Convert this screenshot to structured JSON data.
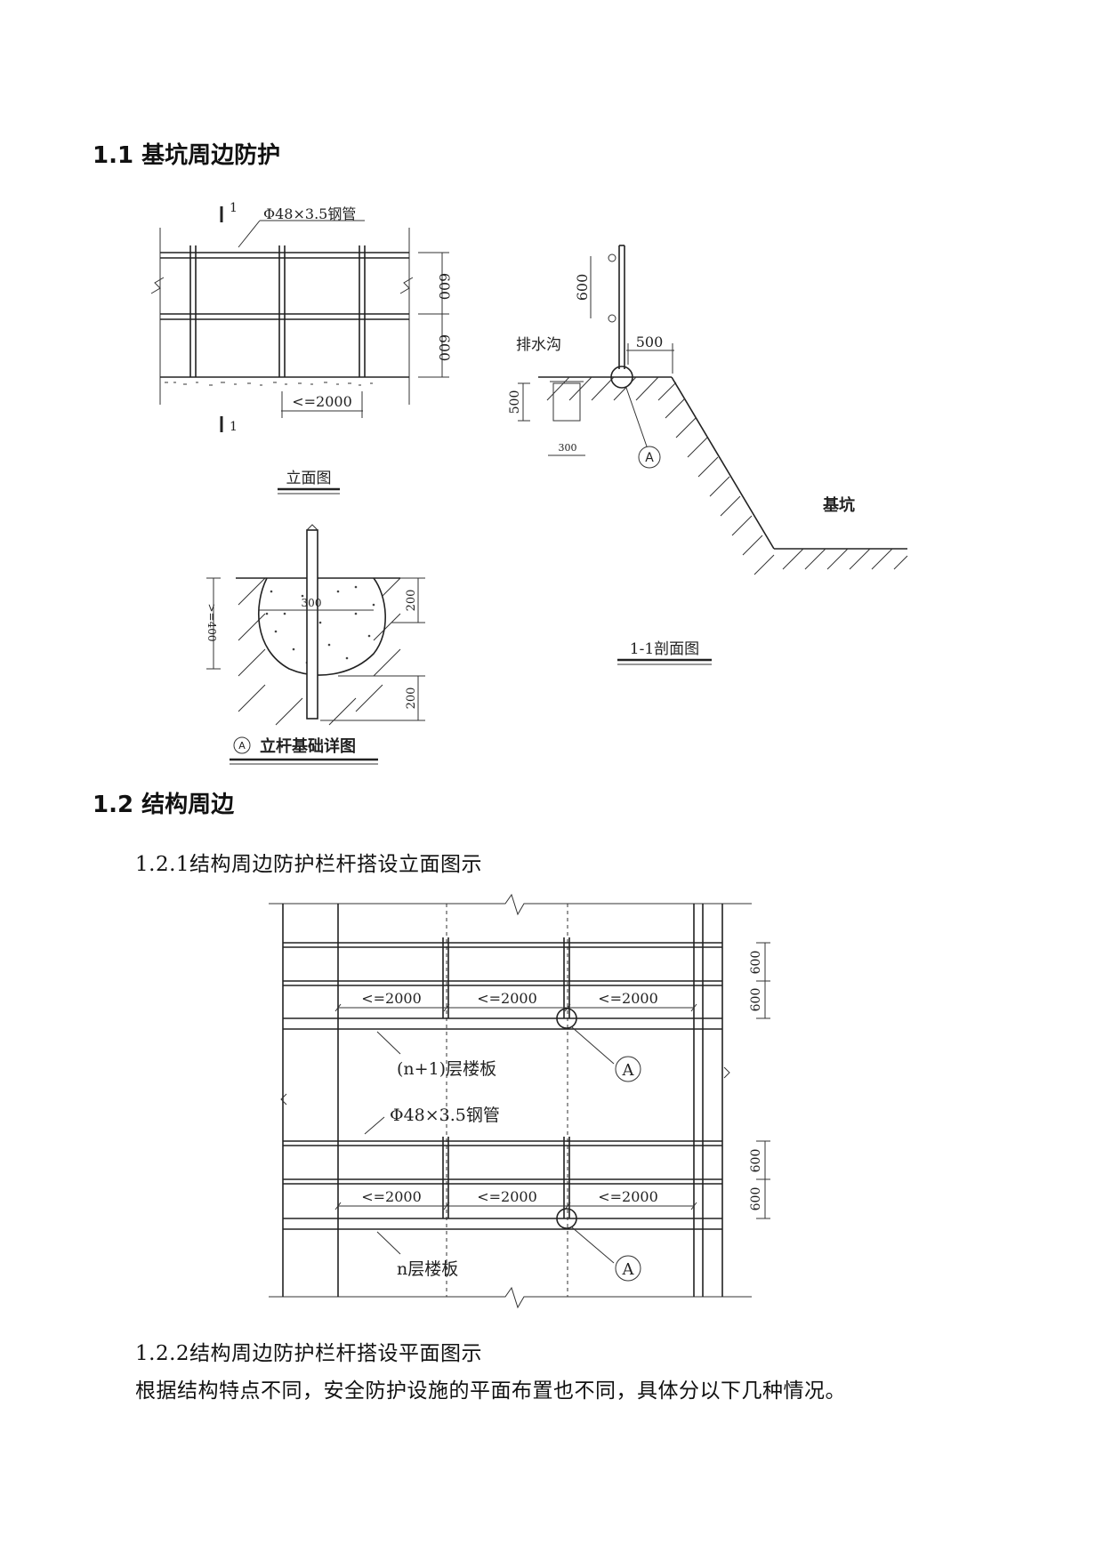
{
  "section1": {
    "heading": "1.1 基坑周边防护",
    "elevation": {
      "pipe_label": "Φ48×3.5钢管",
      "dim_600_a": "600",
      "dim_600_b": "600",
      "dim_span": "<=2000",
      "cut_mark_top": "1",
      "cut_mark_bottom": "1",
      "caption": "立面图"
    },
    "section_view": {
      "dim_600": "600",
      "dim_500_offset": "500",
      "drain_label": "排水沟",
      "dim_500_depth": "500",
      "dim_300": "300",
      "detail_marker": "A",
      "pit_label": "基坑",
      "caption": "1-1剖面图"
    },
    "foundation_detail": {
      "dim_depth": ">=400",
      "dim_diameter": "300",
      "dim_200_a": "200",
      "dim_200_b": "200",
      "marker": "A",
      "caption": "立杆基础详图"
    }
  },
  "section2": {
    "heading": "1.2 结构周边",
    "sub1": "1.2.1结构周边防护栏杆搭设立面图示",
    "diagram": {
      "spans_upper": [
        "<=2000",
        "<=2000",
        "<=2000"
      ],
      "spans_lower": [
        "<=2000",
        "<=2000",
        "<=2000"
      ],
      "slab_upper": "(n+1)层楼板",
      "slab_lower": "n层楼板",
      "pipe_label": "Φ48×3.5钢管",
      "marker_upper": "A",
      "marker_lower": "A",
      "dims_upper": [
        "600",
        "600"
      ],
      "dims_lower": [
        "600",
        "600"
      ]
    },
    "sub2": "1.2.2结构周边防护栏杆搭设平面图示",
    "para": "根据结构特点不同，安全防护设施的平面布置也不同，具体分以下几种情况。"
  }
}
